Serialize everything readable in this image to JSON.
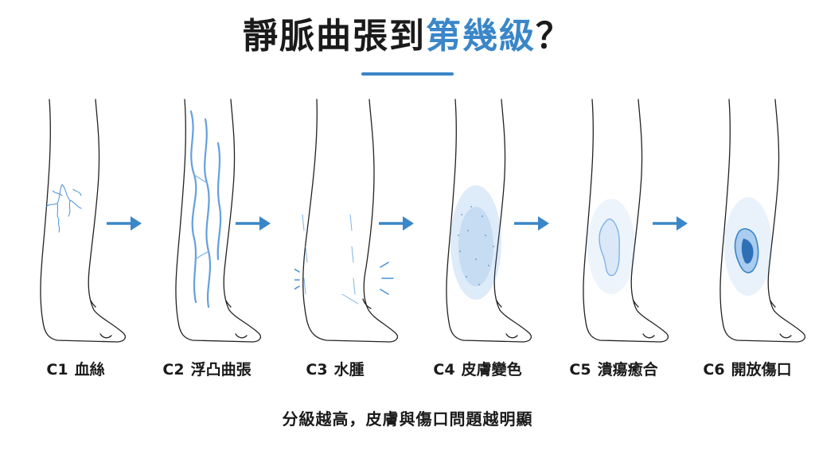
{
  "title": {
    "main": "靜脈曲張到",
    "accent": "第幾級",
    "suffix": "？"
  },
  "colors": {
    "accent": "#3a86c8",
    "vein": "#4a90d9",
    "text": "#1a1a1a",
    "outline": "#222222"
  },
  "stages": [
    {
      "code": "C1",
      "label": "血絲",
      "icon": "spider-veins-leg-icon"
    },
    {
      "code": "C2",
      "label": "浮凸曲張",
      "icon": "varicose-veins-leg-icon"
    },
    {
      "code": "C3",
      "label": "水腫",
      "icon": "edema-leg-icon"
    },
    {
      "code": "C4",
      "label": "皮膚變色",
      "icon": "skin-discoloration-leg-icon"
    },
    {
      "code": "C5",
      "label": "潰瘍癒合",
      "icon": "healed-ulcer-leg-icon"
    },
    {
      "code": "C6",
      "label": "開放傷口",
      "icon": "open-ulcer-leg-icon"
    }
  ],
  "footer": "分級越高，皮膚與傷口問題越明顯"
}
